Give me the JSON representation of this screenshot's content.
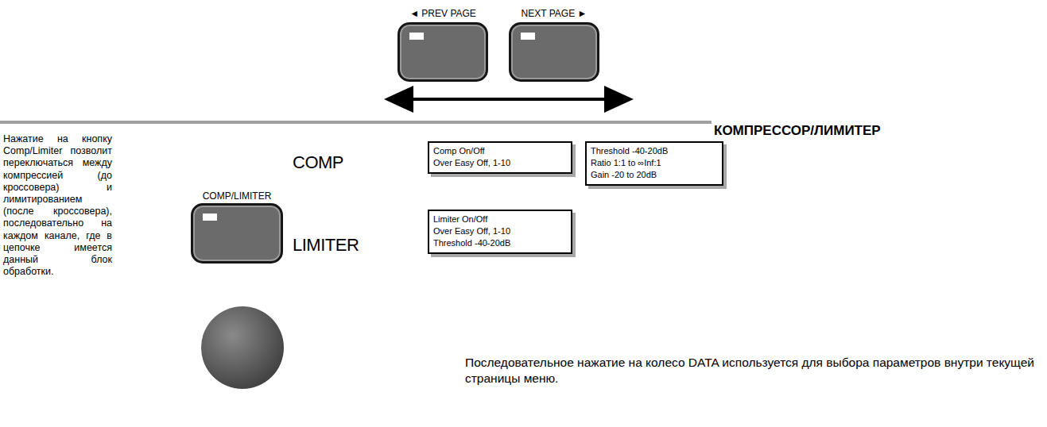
{
  "diagram": {
    "title": "КОМПРЕССОР/ЛИМИТЕР",
    "nodes": [
      {
        "text": [
          "◄ PREV PAGE"
        ]
      },
      {
        "text": [
          "NEXT PAGE ►"
        ]
      },
      {
        "text": [
          "COMP/LIMITER"
        ]
      },
      {
        "text": [
          "Comp On/Off",
          "Over Easy Off, 1-10"
        ]
      },
      {
        "text": [
          "Threshold -40-20dB",
          "Ratio 1:1 to ∞Inf:1",
          "Gain -20 to 20dB"
        ]
      },
      {
        "text": [
          "Limiter On/Off",
          "Over Easy Off, 1-10",
          "Threshold -40-20dB"
        ]
      }
    ],
    "labels": [
      "COMP",
      "LIMITER",
      "Нажатие на кнопку Comp/Limiter позволит переключаться между компрессией (до кроссовера) и лимитированием (после кроссовера), последовательно на каждом канале, где в цепочке имеется данный блок обработки.",
      "Последовательное нажатие на колесо DATA используется для выбора параметров внутри текущей страницы меню."
    ]
  }
}
